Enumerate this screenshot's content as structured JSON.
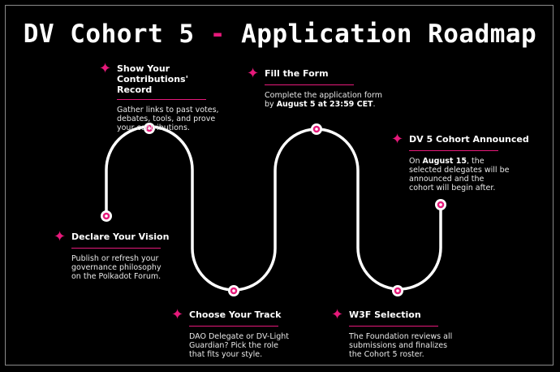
{
  "title": {
    "main": "DV Cohort 5",
    "dash": "-",
    "sub": "Application Roadmap"
  },
  "colors": {
    "accent": "#e6197a",
    "background": "#000000",
    "text": "#ffffff"
  },
  "icons": {
    "marker": "sparkle-icon"
  },
  "steps": [
    {
      "label": "Declare Your Vision",
      "desc": "Publish or refresh your governance philosophy on the Polkadot Forum."
    },
    {
      "label": "Show Your Contributions' Record",
      "desc": "Gather links to past votes, debates, tools, and prove your contributions."
    },
    {
      "label": "Choose Your Track",
      "desc": "DAO Delegate or DV-Light Guardian? Pick the role that fits your style."
    },
    {
      "label": "Fill the Form",
      "desc_pre": "Complete the application form by ",
      "desc_bold": "August 5 at 23:59 CET",
      "desc_post": "."
    },
    {
      "label": "W3F Selection",
      "desc": "The Foundation reviews all submissions and finalizes the Cohort 5 roster."
    },
    {
      "label": "DV 5 Cohort Announced",
      "desc_pre": "On ",
      "desc_bold": "August 15",
      "desc_post": ", the selected delegates will be announced and the cohort will begin after."
    }
  ]
}
